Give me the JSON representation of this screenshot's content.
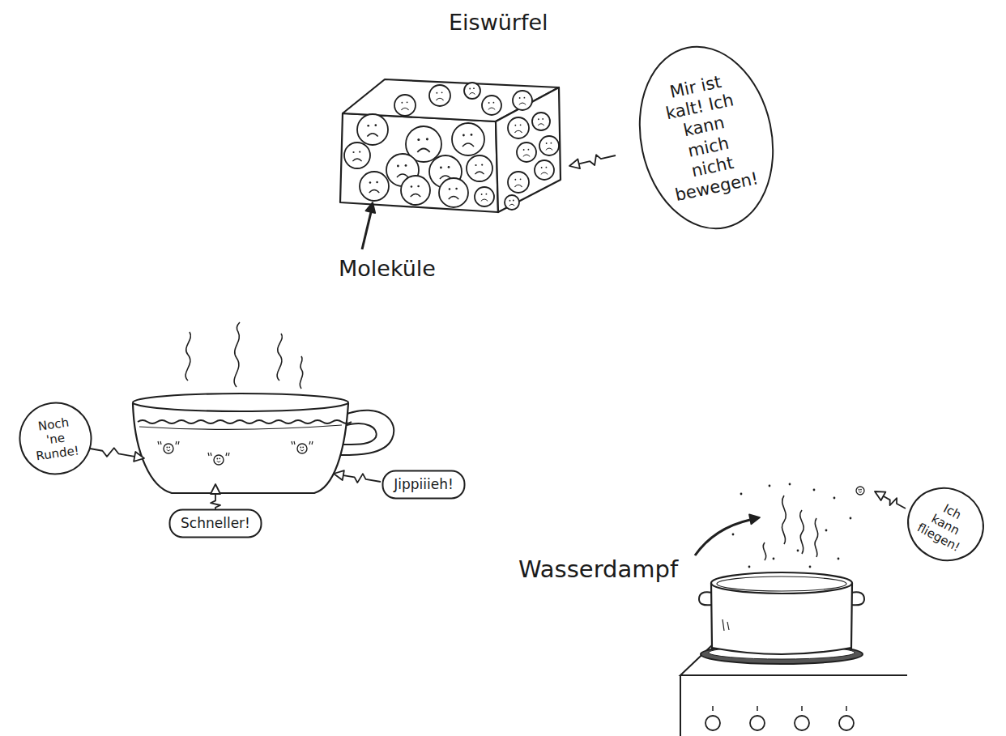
{
  "diagram": {
    "nodes": [
      {
        "text": [
          "Mir ist kalt! Ich kann mich nicht bewegen!"
        ]
      },
      {
        "text": [
          "Noch 'ne Runde!"
        ]
      },
      {
        "text": [
          "Jippiiieh!"
        ]
      },
      {
        "text": [
          "Schneller!"
        ]
      },
      {
        "text": [
          "Ich kann fliegen!"
        ]
      }
    ],
    "labels": [
      "Eiswürfel",
      "Moleküle",
      "Wasserdampf"
    ]
  }
}
